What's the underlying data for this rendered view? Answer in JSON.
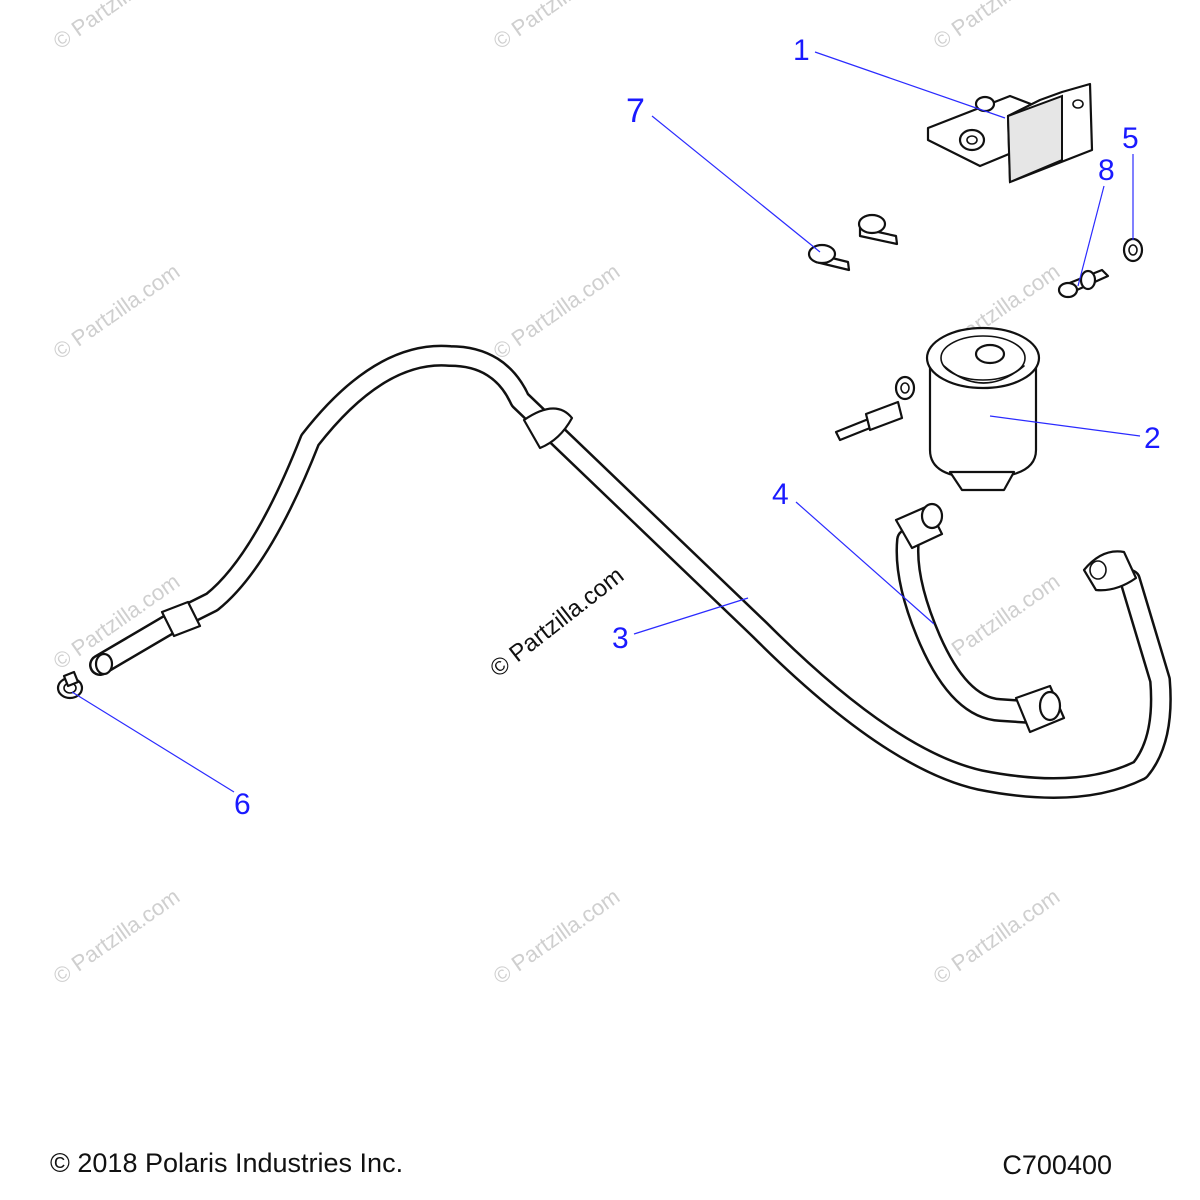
{
  "callouts": [
    {
      "id": "1",
      "label": "1"
    },
    {
      "id": "2",
      "label": "2"
    },
    {
      "id": "3",
      "label": "3"
    },
    {
      "id": "4",
      "label": "4"
    },
    {
      "id": "5",
      "label": "5"
    },
    {
      "id": "6",
      "label": "6"
    },
    {
      "id": "7",
      "label": "7"
    },
    {
      "id": "8",
      "label": "8"
    }
  ],
  "watermark": "© Partzilla.com",
  "footer": {
    "copyright": "© 2018 Polaris Industries Inc.",
    "diagram_code": "C700400"
  },
  "colors": {
    "callout": "#1a1aff",
    "leader": "#2b2bff",
    "outline": "#111111",
    "watermark": "#cfcfcf"
  }
}
